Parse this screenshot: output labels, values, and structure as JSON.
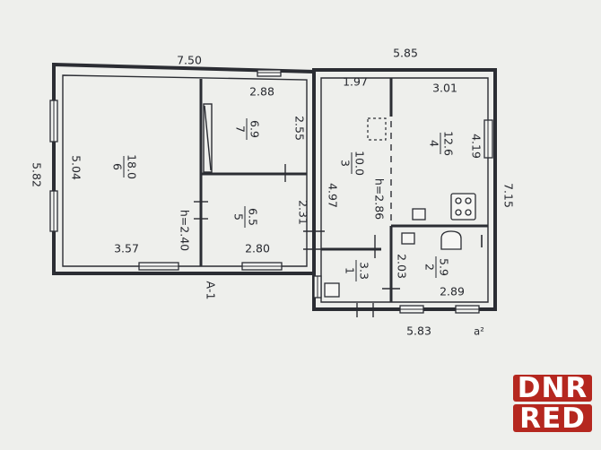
{
  "plan": {
    "top_left_length": "7.50",
    "top_right_length": "5.85",
    "left_length": "5.82",
    "right_length": "7.15",
    "bottom_length": "5.83",
    "letter_label": "А-1",
    "corner_label": "a²",
    "rooms": [
      {
        "number": "6",
        "area": "18.0"
      },
      {
        "number": "7",
        "area": "6.9"
      },
      {
        "number": "5",
        "area": "6.5"
      },
      {
        "number": "3",
        "area": "10.0"
      },
      {
        "number": "4",
        "area": "12.6"
      },
      {
        "number": "1",
        "area": "3.3"
      },
      {
        "number": "2",
        "area": "5.9"
      }
    ],
    "dims": {
      "room6_width": "5.04",
      "room6_length": "3.57",
      "room7_top": "2.88",
      "room7_side": "2.55",
      "room5_side": "2.31",
      "room5_bottom": "2.80",
      "room3_top": "1.97",
      "room3_side": "4.97",
      "room4_top": "3.01",
      "room4_side": "4.19",
      "room1_side": "2.03",
      "room2_bottom": "2.89"
    },
    "heights": {
      "left_part": "h=2.40",
      "right_part": "h=2.86"
    }
  },
  "watermark": {
    "line1": "DNR",
    "line2": "RED"
  }
}
